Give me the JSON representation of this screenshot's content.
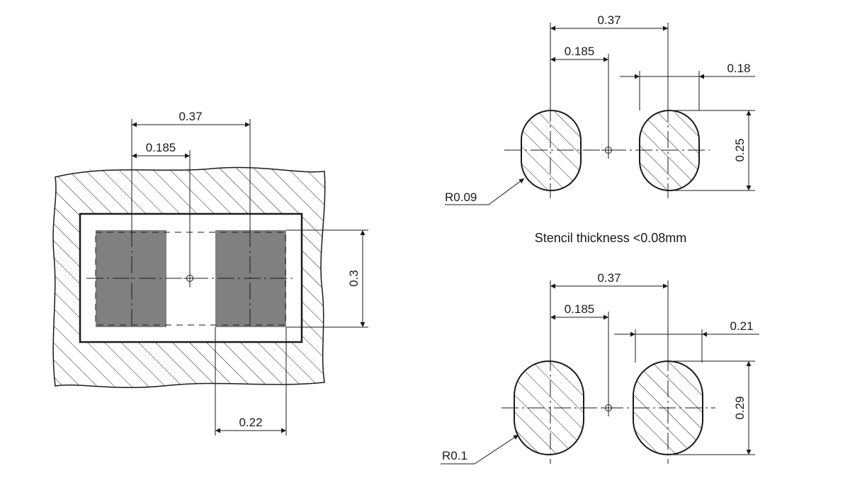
{
  "left_view": {
    "pitch": "0.37",
    "half_pitch": "0.185",
    "pad_height": "0.3",
    "pad_width": "0.22"
  },
  "top_stencil": {
    "pitch": "0.37",
    "half_pitch": "0.185",
    "aperture_width": "0.18",
    "aperture_height": "0.25",
    "corner_radius": "R0.09"
  },
  "stencil_note": "Stencil thickness <0.08mm",
  "bottom_stencil": {
    "pitch": "0.37",
    "half_pitch": "0.185",
    "aperture_width": "0.21",
    "aperture_height": "0.29",
    "corner_radius": "R0.1"
  },
  "colors": {
    "line": "#1a1a1a",
    "pad_fill": "#808080",
    "background": "#ffffff"
  }
}
